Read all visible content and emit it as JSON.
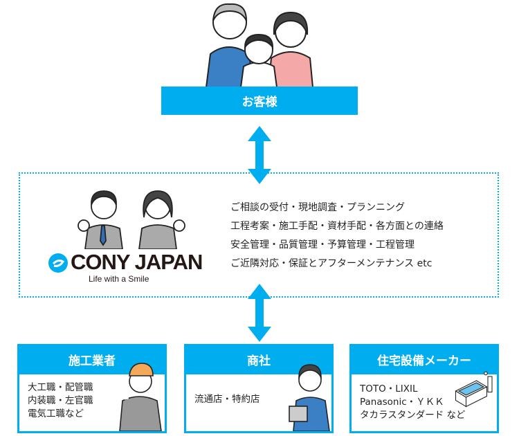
{
  "customer": {
    "label": "お客様"
  },
  "company": {
    "name": "CONY JAPAN",
    "tagline": "Life with a Smile",
    "services": [
      "ご相談の受付・現地調査・プランニング",
      "工程考案・施工手配・資材手配・各方面との連絡",
      "安全管理・品質管理・予算管理・工程管理",
      "ご近隣対応・保証とアフターメンテナンス etc"
    ]
  },
  "partners": [
    {
      "title": "施工業者",
      "lines": [
        "大工職・配管職",
        "内装職・左官職",
        "電気工職など"
      ]
    },
    {
      "title": "商社",
      "lines": [
        "流通店・特約店"
      ]
    },
    {
      "title": "住宅設備メーカー",
      "lines": [
        "TOTO・LIXIL",
        "Panasonic・ＹＫＫ",
        "タカラスタンダード など"
      ]
    }
  ],
  "colors": {
    "accent": "#00aeef"
  }
}
